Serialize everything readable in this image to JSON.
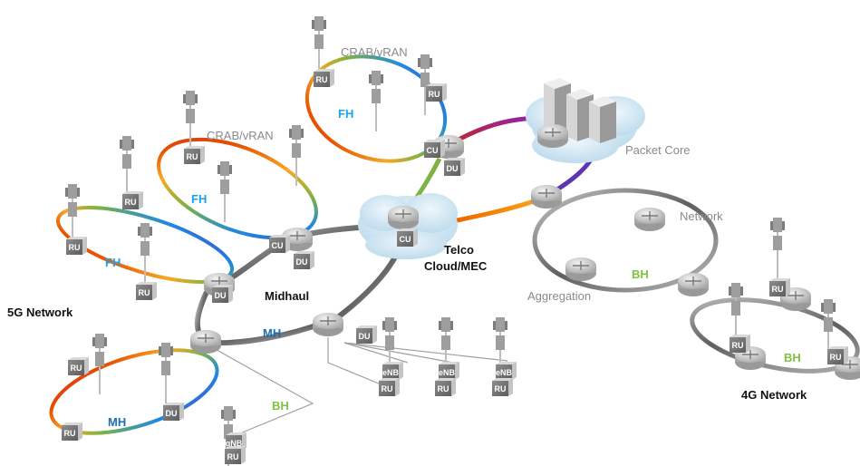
{
  "labels": {
    "crab_vran_1": "CRAB/vRAN",
    "crab_vran_2": "CRAB/vRAN",
    "packet_core": "Packet Core",
    "telco_cloud_line1": "Telco",
    "telco_cloud_line2": "Cloud/MEC",
    "network": "Network",
    "aggregation": "Aggregation",
    "midhaul": "Midhaul",
    "network_5g": "5G Network",
    "network_4g": "4G Network",
    "fh": "FH",
    "mh": "MH",
    "bh": "BH"
  },
  "box_labels": {
    "ru": "RU",
    "du": "DU",
    "cu": "CU",
    "enb": "eNB",
    "gnb": "gNB"
  },
  "colors": {
    "fronthaul": "#1aa3e8",
    "midhaul": "#1b6fb0",
    "backhaul": "#7ec242",
    "rainbow": [
      "#c62828",
      "#e65100",
      "#f9a825",
      "#7cb342",
      "#1e88e5",
      "#5e35b1"
    ],
    "grey_link": "#9e9e9e",
    "cloud": "#cfe6f3"
  },
  "icons": [
    "router-icon",
    "cell-tower-icon",
    "server-rack-icon",
    "cloud-icon"
  ]
}
